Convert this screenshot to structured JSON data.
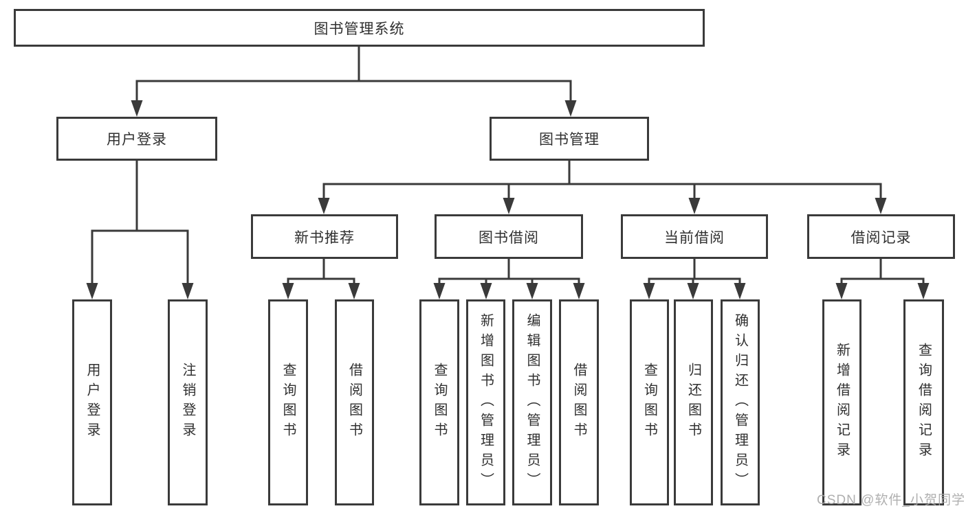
{
  "diagram": {
    "title": "图书管理系统",
    "watermark": "CSDN @软件_小贺同学",
    "colors": {
      "background": "#ffffff",
      "line": "#3a3a3a",
      "box_border": "#3a3a3a",
      "text": "#303030",
      "watermark": "#a8a8a8"
    },
    "tree": {
      "label": "图书管理系统",
      "children": [
        {
          "label": "用户登录",
          "children": [
            {
              "label": "用户登录"
            },
            {
              "label": "注销登录"
            }
          ]
        },
        {
          "label": "图书管理",
          "children": [
            {
              "label": "新书推荐",
              "children": [
                {
                  "label": "查询图书"
                },
                {
                  "label": "借阅图书"
                }
              ]
            },
            {
              "label": "图书借阅",
              "children": [
                {
                  "label": "查询图书"
                },
                {
                  "label": "新增图书（管理员）"
                },
                {
                  "label": "编辑图书（管理员）"
                },
                {
                  "label": "借阅图书"
                }
              ]
            },
            {
              "label": "当前借阅",
              "children": [
                {
                  "label": "查询图书"
                },
                {
                  "label": "归还图书"
                },
                {
                  "label": "确认归还（管理员）"
                }
              ]
            },
            {
              "label": "借阅记录",
              "children": [
                {
                  "label": "新增借阅记录"
                },
                {
                  "label": "查询借阅记录"
                }
              ]
            }
          ]
        }
      ]
    }
  }
}
